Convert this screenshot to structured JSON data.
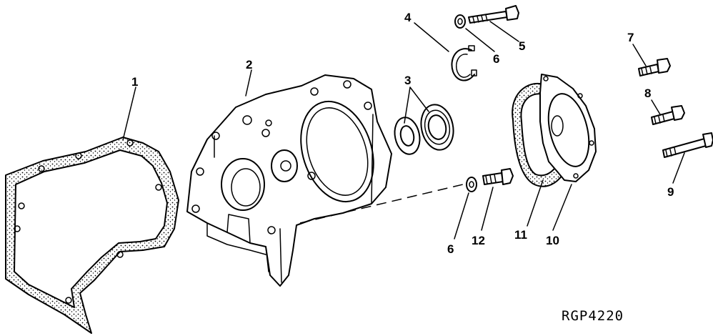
{
  "figure_code": "RGP4220",
  "callouts": {
    "c1": "1",
    "c2": "2",
    "c3": "3",
    "c4": "4",
    "c5": "5",
    "c6a": "6",
    "c6b": "6",
    "c7": "7",
    "c8": "8",
    "c9": "9",
    "c10": "10",
    "c11": "11",
    "c12": "12"
  }
}
